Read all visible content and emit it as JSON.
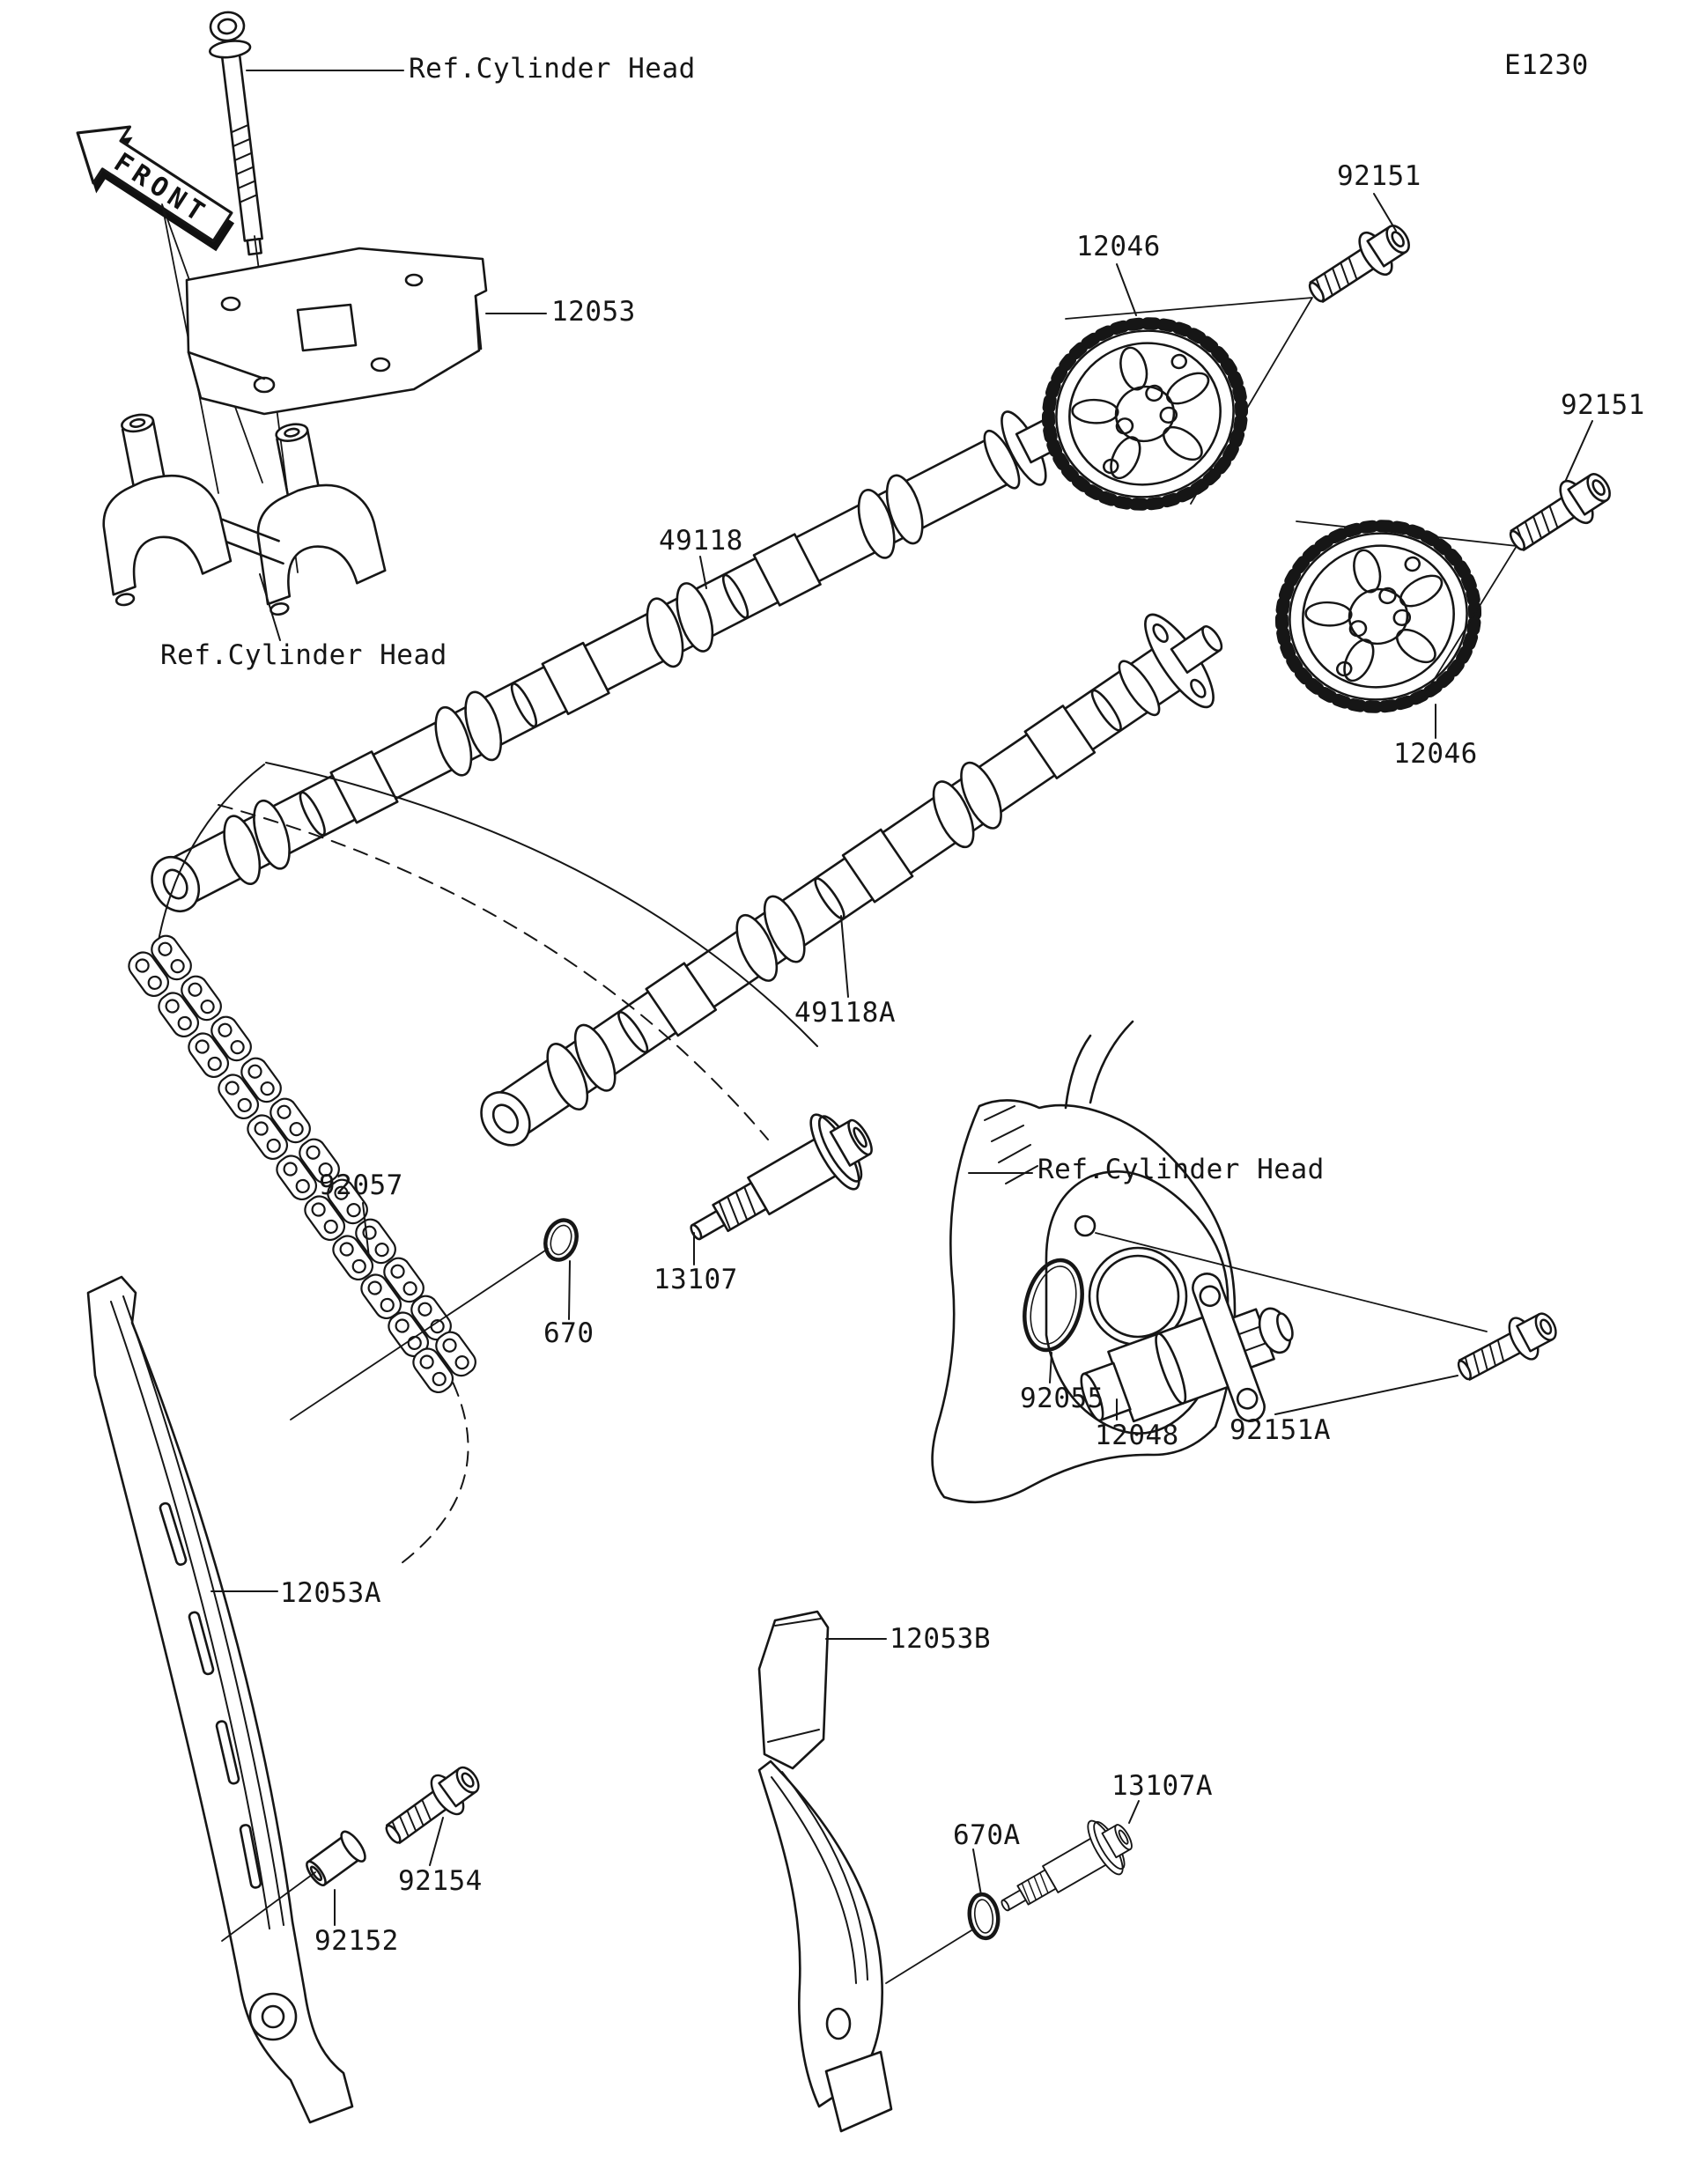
{
  "page": {
    "title": "Camshaft and tensioner exploded parts diagram",
    "background": "#ffffff",
    "line_color": "#161616"
  },
  "header": {
    "diagram_code": "E1230"
  },
  "front_indicator": {
    "label": "FRONT"
  },
  "labels": [
    {
      "id": "ref-cylinder-head-top",
      "text": "Ref.Cylinder Head"
    },
    {
      "id": "part-12053",
      "text": "12053"
    },
    {
      "id": "part-92151-top",
      "text": "92151"
    },
    {
      "id": "part-12046-top",
      "text": "12046"
    },
    {
      "id": "part-92151-right",
      "text": "92151"
    },
    {
      "id": "part-49118",
      "text": "49118"
    },
    {
      "id": "ref-cylinder-head-left",
      "text": "Ref.Cylinder Head"
    },
    {
      "id": "part-12046-lower",
      "text": "12046"
    },
    {
      "id": "part-49118a",
      "text": "49118A"
    },
    {
      "id": "part-92057",
      "text": "92057"
    },
    {
      "id": "part-13107",
      "text": "13107"
    },
    {
      "id": "part-670",
      "text": "670"
    },
    {
      "id": "ref-cylinder-head-right",
      "text": "Ref.Cylinder Head"
    },
    {
      "id": "part-92055",
      "text": "92055"
    },
    {
      "id": "part-12048",
      "text": "12048"
    },
    {
      "id": "part-92151a",
      "text": "92151A"
    },
    {
      "id": "part-12053a",
      "text": "12053A"
    },
    {
      "id": "part-12053b",
      "text": "12053B"
    },
    {
      "id": "part-92152",
      "text": "92152"
    },
    {
      "id": "part-92154",
      "text": "92154"
    },
    {
      "id": "part-670a",
      "text": "670A"
    },
    {
      "id": "part-13107a",
      "text": "13107A"
    }
  ]
}
